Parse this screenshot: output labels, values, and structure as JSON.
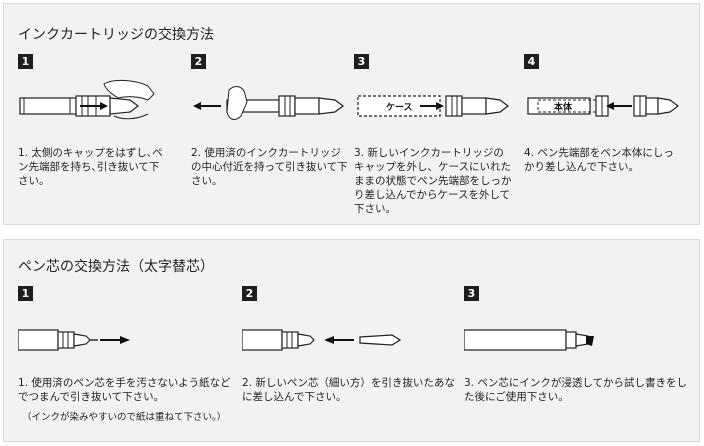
{
  "cartridge": {
    "title": "インクカートリッジの交換方法",
    "steps": [
      {
        "num": "1",
        "text": "1. 太側のキャップをはずし､ペン先端部を持ち､引き抜いて下さい。"
      },
      {
        "num": "2",
        "text": "2. 使用済のインクカートリッジの中心付近を持って引き抜いて下さい。"
      },
      {
        "num": "3",
        "text": "3. 新しいインクカートリッジのキャップを外し、ケースにいれたままの状態でペン先端部をしっかり差し込んでからケースを外して下さい。",
        "case_label": "ケース"
      },
      {
        "num": "4",
        "text": "4. ペン先端部をペン本体にしっかり差し込んで下さい。",
        "body_label": "本体"
      }
    ]
  },
  "nib": {
    "title": "ペン芯の交換方法（太字替芯）",
    "steps": [
      {
        "num": "1",
        "text": "1. 使用済のペン芯を手を汚さないよう紙などでつまんで引き抜いて下さい。",
        "note": "（インクが染みやすいので紙は重ねて下さい。）"
      },
      {
        "num": "2",
        "text": "2. 新しいペン芯（細い方）を引き抜いたあなに差し込んで下さい。"
      },
      {
        "num": "3",
        "text": "3. ペン芯にインクが浸透してから試し書きをした後にご使用下さい。"
      }
    ]
  }
}
